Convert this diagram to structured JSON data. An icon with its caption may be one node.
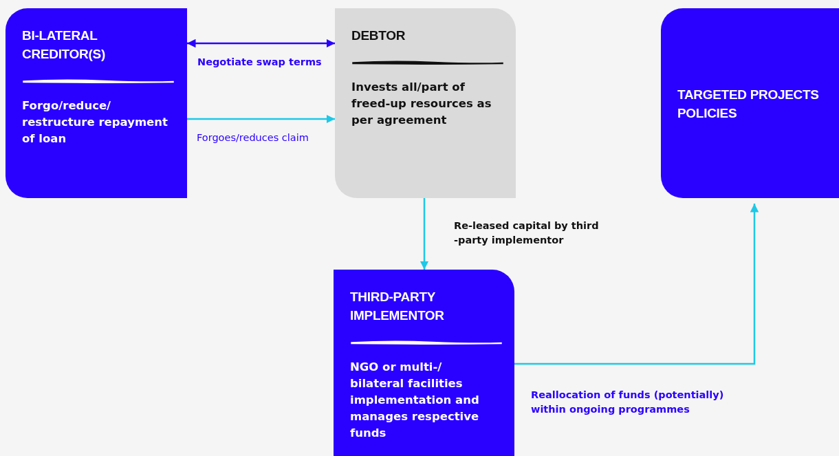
{
  "diagram": {
    "nodes": [
      {
        "text": [
          "BI-LATERAL CREDITOR(S)",
          "Forgo/reduce/ restructure repayment of loan"
        ]
      },
      {
        "text": [
          "DEBTOR",
          "Invests all/part of freed-up resources as per agreement"
        ]
      },
      {
        "text": [
          "THIRD-PARTY IMPLEMENTOR",
          "NGO or multi-/ bilateral facilities implementation and manages respective funds"
        ]
      },
      {
        "text": [
          "TARGETED PROJECTS POLICIES"
        ]
      }
    ],
    "edges": [
      {
        "from": 0,
        "to": 1,
        "arrow": "both",
        "label": "Negotiate swap terms",
        "color": "#2a00ff"
      },
      {
        "from": 0,
        "to": 1,
        "arrow": "to",
        "label": "Forgoes/reduces claim"
      },
      {
        "from": 1,
        "to": 2,
        "arrow": "to",
        "label": "Re-leased capital by third -party implementor"
      },
      {
        "from": 2,
        "to": 3,
        "arrow": "to",
        "label": "Reallocation of funds (potentially) within ongoing programmes"
      }
    ]
  }
}
